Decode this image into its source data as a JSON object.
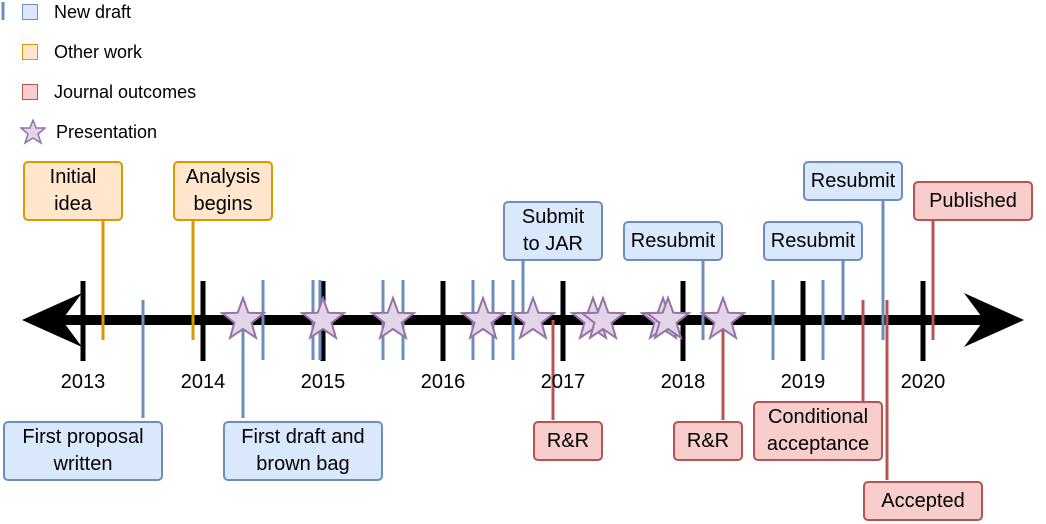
{
  "legend": {
    "new_draft": "New draft",
    "other_work": "Other work",
    "journal_outcomes": "Journal outcomes",
    "presentation": "Presentation"
  },
  "years": [
    "2013",
    "2014",
    "2015",
    "2016",
    "2017",
    "2018",
    "2019",
    "2020"
  ],
  "boxes": {
    "initial_idea": "Initial\nidea",
    "analysis_begins": "Analysis\nbegins",
    "submit_to_jar": "Submit\nto JAR",
    "resubmit_1": "Resubmit",
    "resubmit_2": "Resubmit",
    "resubmit_3": "Resubmit",
    "published": "Published",
    "first_proposal": "First proposal\nwritten",
    "first_draft": "First draft and\nbrown bag",
    "rr_1": "R&R",
    "rr_2": "R&R",
    "conditional_acceptance": "Conditional\nacceptance",
    "accepted": "Accepted"
  },
  "colors": {
    "blue_fill": "#dae8fc",
    "blue_stroke": "#6c8ebf",
    "orange_fill": "#ffe6cc",
    "orange_stroke": "#d79b00",
    "red_fill": "#f8cecc",
    "red_stroke": "#b85450",
    "star_fill": "#e1d5e7",
    "star_stroke": "#9673a6"
  }
}
